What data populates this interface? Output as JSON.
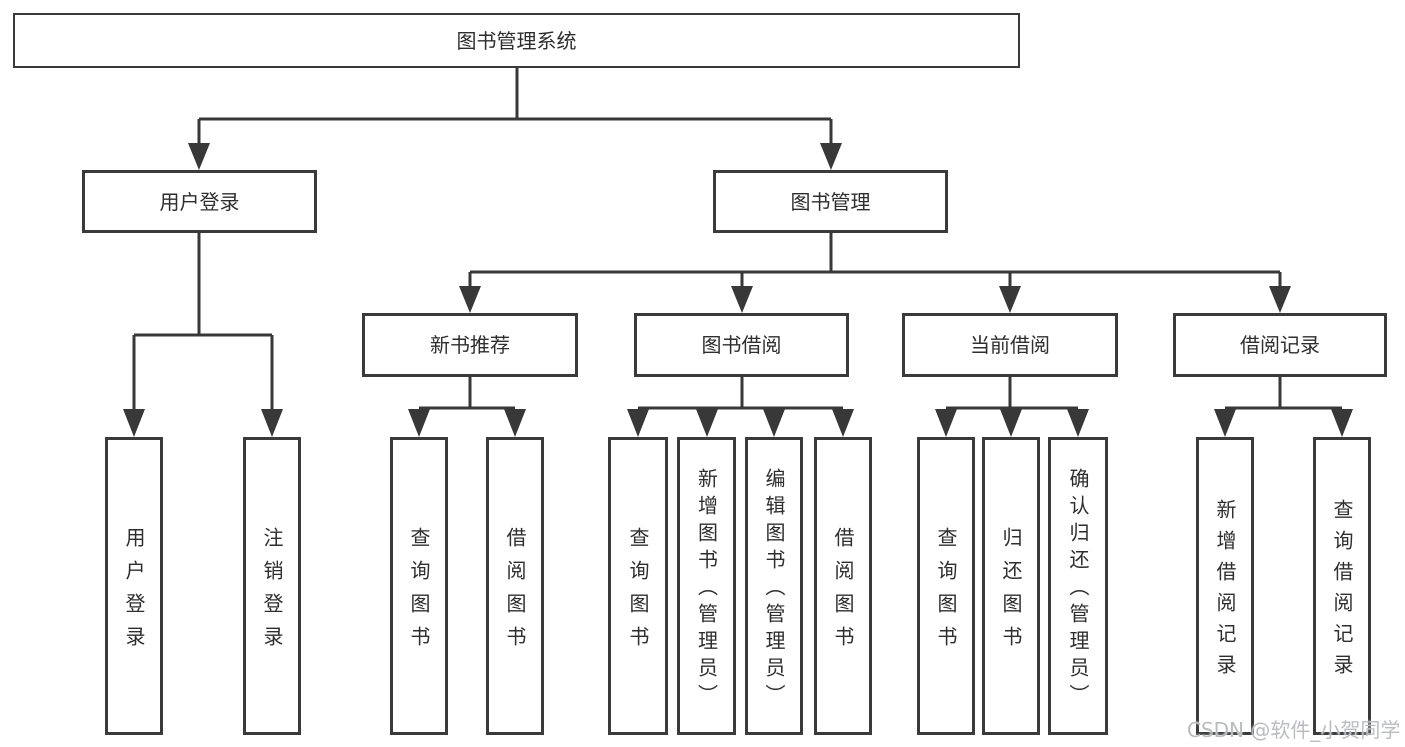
{
  "colors": {
    "line": "#383838",
    "box_border": "#3a3a3a",
    "box_background": "#ffffff",
    "text": "#2e2e2e",
    "watermark": "#b9bdc1"
  },
  "tree": {
    "root": {
      "label": "图书管理系统",
      "children": [
        {
          "label": "用户登录",
          "children": [
            {
              "label": "用户登录"
            },
            {
              "label": "注销登录"
            }
          ]
        },
        {
          "label": "图书管理",
          "children": [
            {
              "label": "新书推荐",
              "children": [
                {
                  "label": "查询图书"
                },
                {
                  "label": "借阅图书"
                }
              ]
            },
            {
              "label": "图书借阅",
              "children": [
                {
                  "label": "查询图书"
                },
                {
                  "label": "新增图书（管理员）"
                },
                {
                  "label": "编辑图书（管理员）"
                },
                {
                  "label": "借阅图书"
                }
              ]
            },
            {
              "label": "当前借阅",
              "children": [
                {
                  "label": "查询图书"
                },
                {
                  "label": "归还图书"
                },
                {
                  "label": "确认归还（管理员）"
                }
              ]
            },
            {
              "label": "借阅记录",
              "children": [
                {
                  "label": "新增借阅记录"
                },
                {
                  "label": "查询借阅记录"
                }
              ]
            }
          ]
        }
      ]
    }
  },
  "watermark": {
    "text": "CSDN @软件_小贺同学"
  }
}
